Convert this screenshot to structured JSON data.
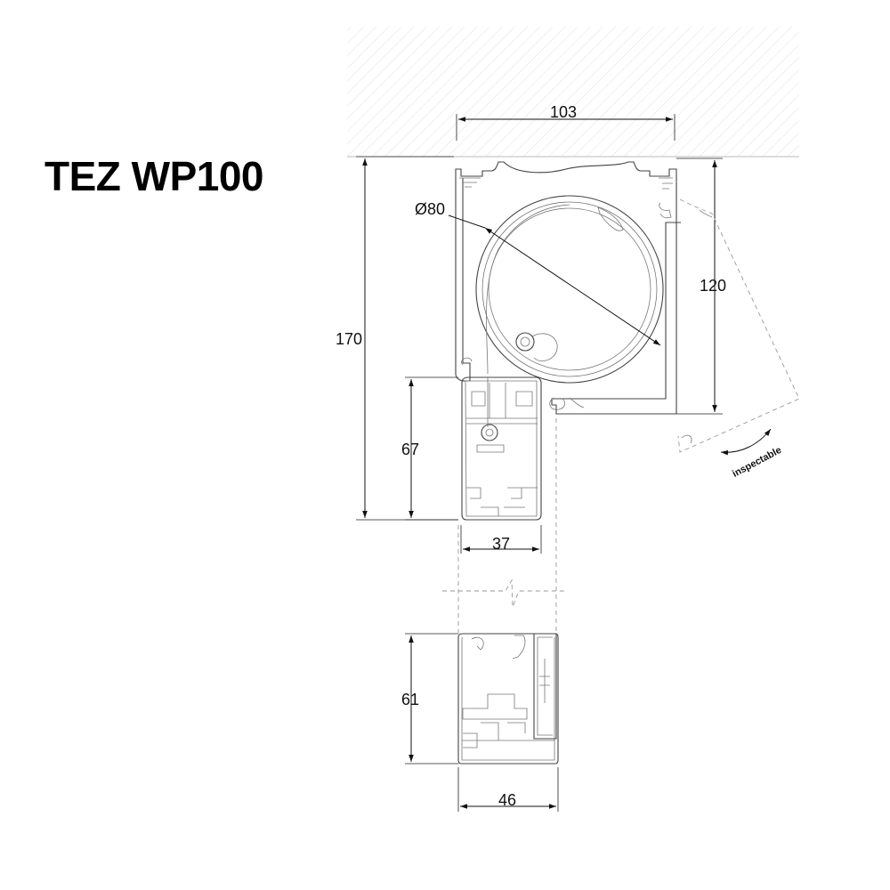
{
  "title": "TEZ WP100",
  "dimensions": {
    "top_width": "103",
    "diameter": "Ø80",
    "total_height": "170",
    "box_height": "120",
    "guide_height": "67",
    "guide_width": "37",
    "bottom_height": "61",
    "bottom_width": "46"
  },
  "annotation": {
    "inspectable": "inspectable"
  }
}
